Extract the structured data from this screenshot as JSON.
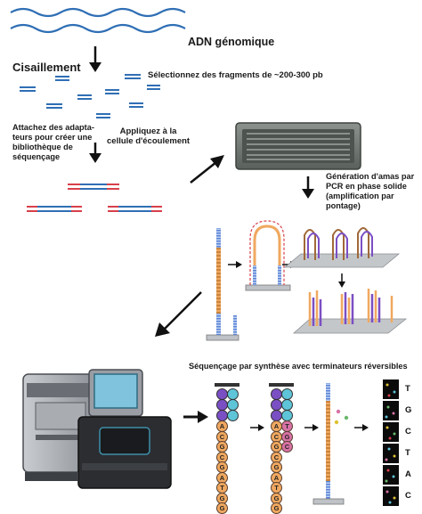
{
  "labels": {
    "genomic_dna": "ADN génomique",
    "shearing": "Cisaillement",
    "select_fragments": "Sélectionnez des fragments de ~200-300 pb",
    "attach_adapters": "Attachez des adapta-\nteurs pour créer une\nbibliothèque de\nséquençage",
    "apply_flow_cell": "Appliquez à la\ncellule d'écoulement",
    "cluster_generation": "Génération d'amas par\nPCR en phase solide\n(amplification par\npontage)",
    "sequencing_by_synthesis": "Séquençage par synthèse avec terminateurs réversibles"
  },
  "read_bases": [
    "T",
    "G",
    "C",
    "T",
    "A",
    "C"
  ],
  "strand1_bases": [
    "A",
    "C",
    "G",
    "C",
    "G",
    "A",
    "T",
    "G",
    "G"
  ],
  "strand2_bases": [
    "A",
    "C",
    "G",
    "C",
    "G",
    "A",
    "T",
    "G",
    "G"
  ],
  "strand2_added": [
    "T",
    "G",
    "C"
  ],
  "colors": {
    "dna_blue": "#2f6fb5",
    "adapter_red": "#d8404a",
    "base_orange": "#f0a860",
    "primer_purple": "#7b4fc4",
    "primer_teal": "#5ec4d8",
    "added_pink": "#d872a6",
    "flowcell_gray": "#6e7570"
  }
}
